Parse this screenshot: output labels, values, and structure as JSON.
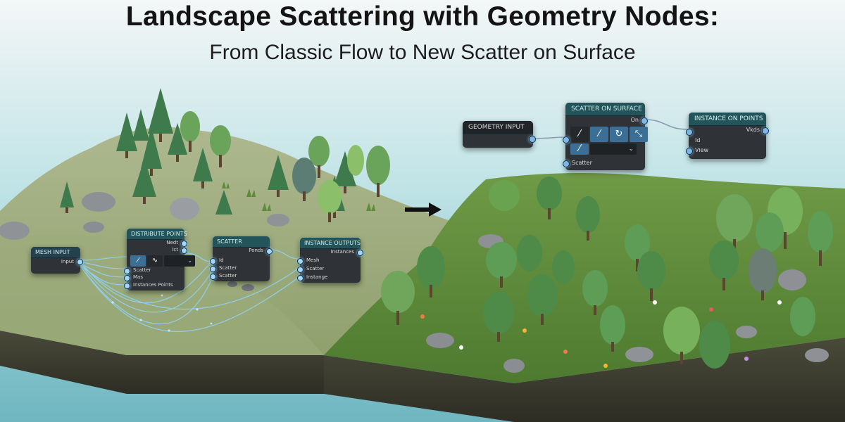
{
  "title": "Landscape Scattering with Geometry Nodes:",
  "subtitle": "From Classic Flow to New Scatter on Surface",
  "arrow_icon": "right-arrow-icon",
  "classic_nodes": {
    "mesh_input": {
      "header": "Mesh Input",
      "output": "Input"
    },
    "distribute_points": {
      "header": "Distribute Points",
      "outputs": [
        "Nedt",
        "Ict"
      ],
      "inputs": [
        "Scatter",
        "Mas",
        "Instances Points"
      ]
    },
    "scatter": {
      "header": "Scatter",
      "output": "Ponds",
      "inputs": [
        "Id",
        "Scatter",
        "Scatter"
      ]
    },
    "instance_outputs": {
      "header": "Instance Outputs",
      "output": "Instances",
      "inputs": [
        "Mesh",
        "Scatter",
        "Instange"
      ]
    }
  },
  "new_nodes": {
    "geometry_input": {
      "header": "Geometry Input"
    },
    "scatter_on_surface": {
      "header": "Scatter on Surface",
      "output": "On",
      "input": "Scatter"
    },
    "instance_on_points": {
      "header": "Instance on Points",
      "output": "Vkds",
      "inputs": [
        "Id",
        "View"
      ]
    }
  },
  "colors": {
    "node_body": "#2f3236",
    "node_header": "#24414f",
    "wire_glow": "#8fd6ff",
    "grass": "#a6b583",
    "forest_floor": "#5f8a3a"
  }
}
